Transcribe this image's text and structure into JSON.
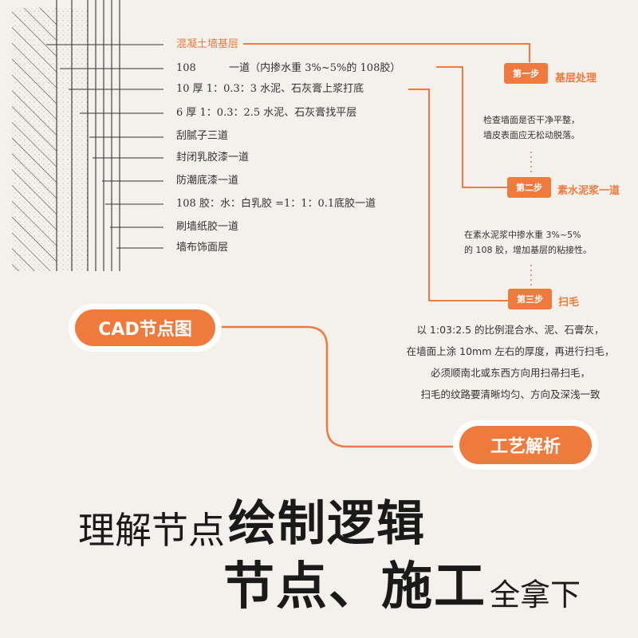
{
  "diagram": {
    "layers": [
      {
        "label": "混凝土墙基层",
        "highlight": true
      },
      {
        "label": "108          一道（内掺水重 3%~5%的 108胶）"
      },
      {
        "label": "10 厚 1：0.3：3 水泥、石灰膏上浆打底"
      },
      {
        "label": "6 厚 1：0.3：2.5 水泥、石灰膏找平层"
      },
      {
        "label": "刮腻子三道"
      },
      {
        "label": "封闭乳胶漆一道"
      },
      {
        "label": "防潮底漆一道"
      },
      {
        "label": "108 胶：水：白乳胶 =1：1：0.1底胶一道"
      },
      {
        "label": "刷墙纸胶一道"
      },
      {
        "label": "墙布饰面层"
      }
    ],
    "steps": [
      {
        "badge": "第一步",
        "title": "基层处理",
        "note": [
          "检查墙面是否干净平整，",
          "墙皮表面应无松动脱落。"
        ]
      },
      {
        "badge": "第二步",
        "title": "素水泥浆一道",
        "note": [
          "在素水泥浆中掺水重 3%~5%",
          "的 108 胶，增加基层的粘接性。"
        ]
      },
      {
        "badge": "第三步",
        "title": "扫毛",
        "note": [
          "以 1:03:2.5 的比例混合水、泥、石膏灰，",
          "在墙面上涂 10mm 左右的厚度，再进行扫毛，",
          "必须顺南北或东西方向用扫帚扫毛，",
          "扫毛的纹路要清晰均匀、方向及深浅一致"
        ]
      }
    ],
    "cad_label": "CAD节点图",
    "craft_label": "工艺解析"
  },
  "headline": {
    "line1_regular": "理解节点",
    "line1_bold": "绘制逻辑",
    "line2_bold": "节点、施工",
    "line2_regular": "全拿下"
  },
  "colors": {
    "accent": "#ee7a3e",
    "background": "#f4f0eb"
  }
}
